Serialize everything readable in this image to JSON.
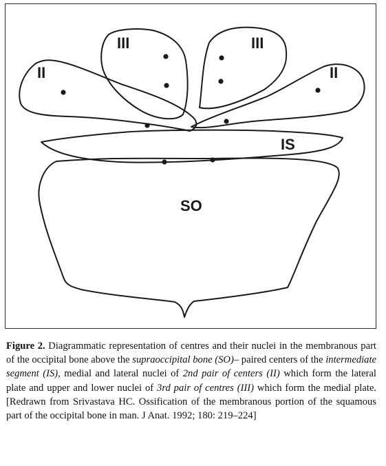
{
  "figure": {
    "labels": {
      "ii_left": "II",
      "iii_left": "III",
      "iii_right": "III",
      "ii_right": "II",
      "is": "IS",
      "so": "SO"
    }
  },
  "caption": {
    "label": "Figure 2.",
    "t1": " Diagrammatic representation of centres and their nuclei in the membranous part of the occipital bone above the ",
    "i1": "supraoccipital bone (SO)",
    "t2": "– paired centers of the ",
    "i2": "intermediate segment (IS)",
    "t3": ", medial and lateral nuclei of ",
    "i3": "2nd pair of centers (II)",
    "t4": " which form the lateral plate and upper and lower nuclei of ",
    "i4": "3rd pair of centres (III)",
    "t5": " which form the medial plate. [Redrawn from Srivastava HC. Ossification of the membranous portion of the squamous part of the occipital bone in man. J Anat. 1992; 180: 219–224]"
  }
}
